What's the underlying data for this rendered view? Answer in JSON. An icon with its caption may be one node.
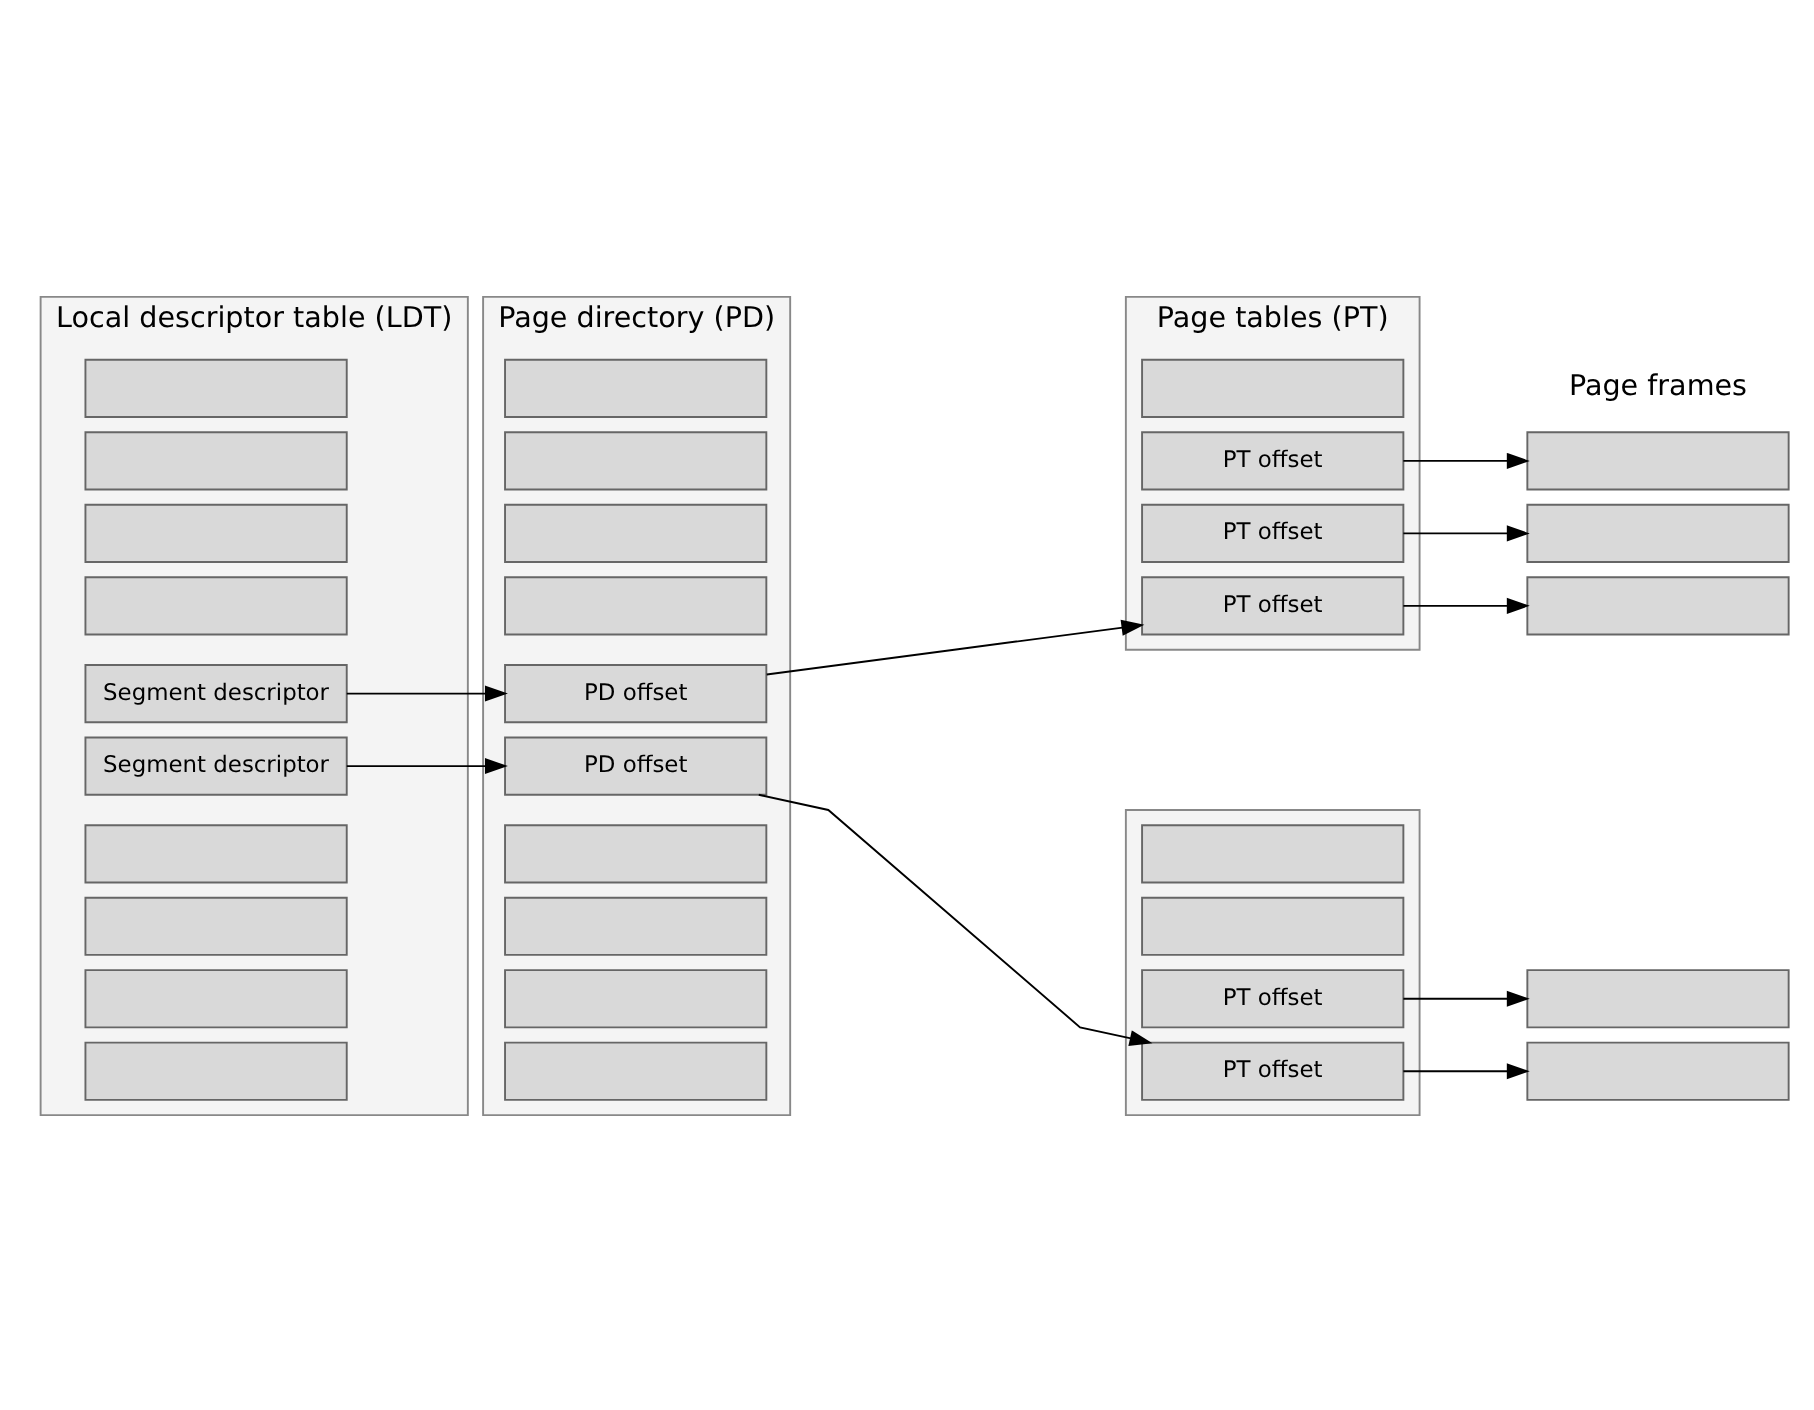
{
  "diagram": {
    "nodes": [
      {
        "text": [
          "Local descriptor table (LDT)"
        ]
      },
      {
        "text": [],
        "shape": "box",
        "in": 0
      },
      {
        "text": [],
        "shape": "box",
        "in": 0
      },
      {
        "text": [],
        "shape": "box",
        "in": 0
      },
      {
        "text": [],
        "shape": "box",
        "in": 0
      },
      {
        "text": [
          "Segment descriptor"
        ],
        "in": 0
      },
      {
        "text": [
          "Segment descriptor"
        ],
        "in": 0
      },
      {
        "text": [],
        "shape": "box",
        "in": 0
      },
      {
        "text": [],
        "shape": "box",
        "in": 0
      },
      {
        "text": [],
        "shape": "box",
        "in": 0
      },
      {
        "text": [],
        "shape": "box",
        "in": 0
      },
      {
        "text": [
          "Page directory (PD)"
        ]
      },
      {
        "text": [],
        "shape": "box",
        "in": 11
      },
      {
        "text": [],
        "shape": "box",
        "in": 11
      },
      {
        "text": [],
        "shape": "box",
        "in": 11
      },
      {
        "text": [],
        "shape": "box",
        "in": 11
      },
      {
        "text": [
          "PD offset"
        ],
        "in": 11
      },
      {
        "text": [
          "PD offset"
        ],
        "in": 11
      },
      {
        "text": [],
        "shape": "box",
        "in": 11
      },
      {
        "text": [],
        "shape": "box",
        "in": 11
      },
      {
        "text": [],
        "shape": "box",
        "in": 11
      },
      {
        "text": [],
        "shape": "box",
        "in": 11
      },
      {
        "text": [
          "Page tables (PT)"
        ]
      },
      {
        "text": [],
        "shape": "box",
        "in": 22
      },
      {
        "text": [
          "PT offset"
        ],
        "in": 22
      },
      {
        "text": [
          "PT offset"
        ],
        "in": 22
      },
      {
        "text": [
          "PT offset"
        ],
        "in": 22
      },
      {
        "text": [],
        "shape": "box"
      },
      {
        "text": [],
        "shape": "box",
        "in": 27
      },
      {
        "text": [],
        "shape": "box",
        "in": 27
      },
      {
        "text": [
          "PT offset"
        ],
        "in": 27
      },
      {
        "text": [
          "PT offset"
        ],
        "in": 27
      },
      {
        "text": [],
        "shape": "box",
        "beside": [
          "Page frames"
        ]
      },
      {
        "text": [],
        "shape": "box"
      },
      {
        "text": [],
        "shape": "box"
      },
      {
        "text": [],
        "shape": "box"
      },
      {
        "text": [],
        "shape": "box"
      }
    ],
    "edges": [
      {
        "from": 5,
        "to": 16,
        "arrow": "to"
      },
      {
        "from": 6,
        "to": 17,
        "arrow": "to"
      },
      {
        "from": 16,
        "to": 26,
        "arrow": "to"
      },
      {
        "from": 17,
        "to": 31,
        "arrow": "to"
      },
      {
        "from": 24,
        "to": 32,
        "arrow": "to"
      },
      {
        "from": 25,
        "to": 33,
        "arrow": "to"
      },
      {
        "from": 26,
        "to": 34,
        "arrow": "to"
      },
      {
        "from": 30,
        "to": 35,
        "arrow": "to"
      },
      {
        "from": 31,
        "to": 36,
        "arrow": "to"
      }
    ]
  }
}
